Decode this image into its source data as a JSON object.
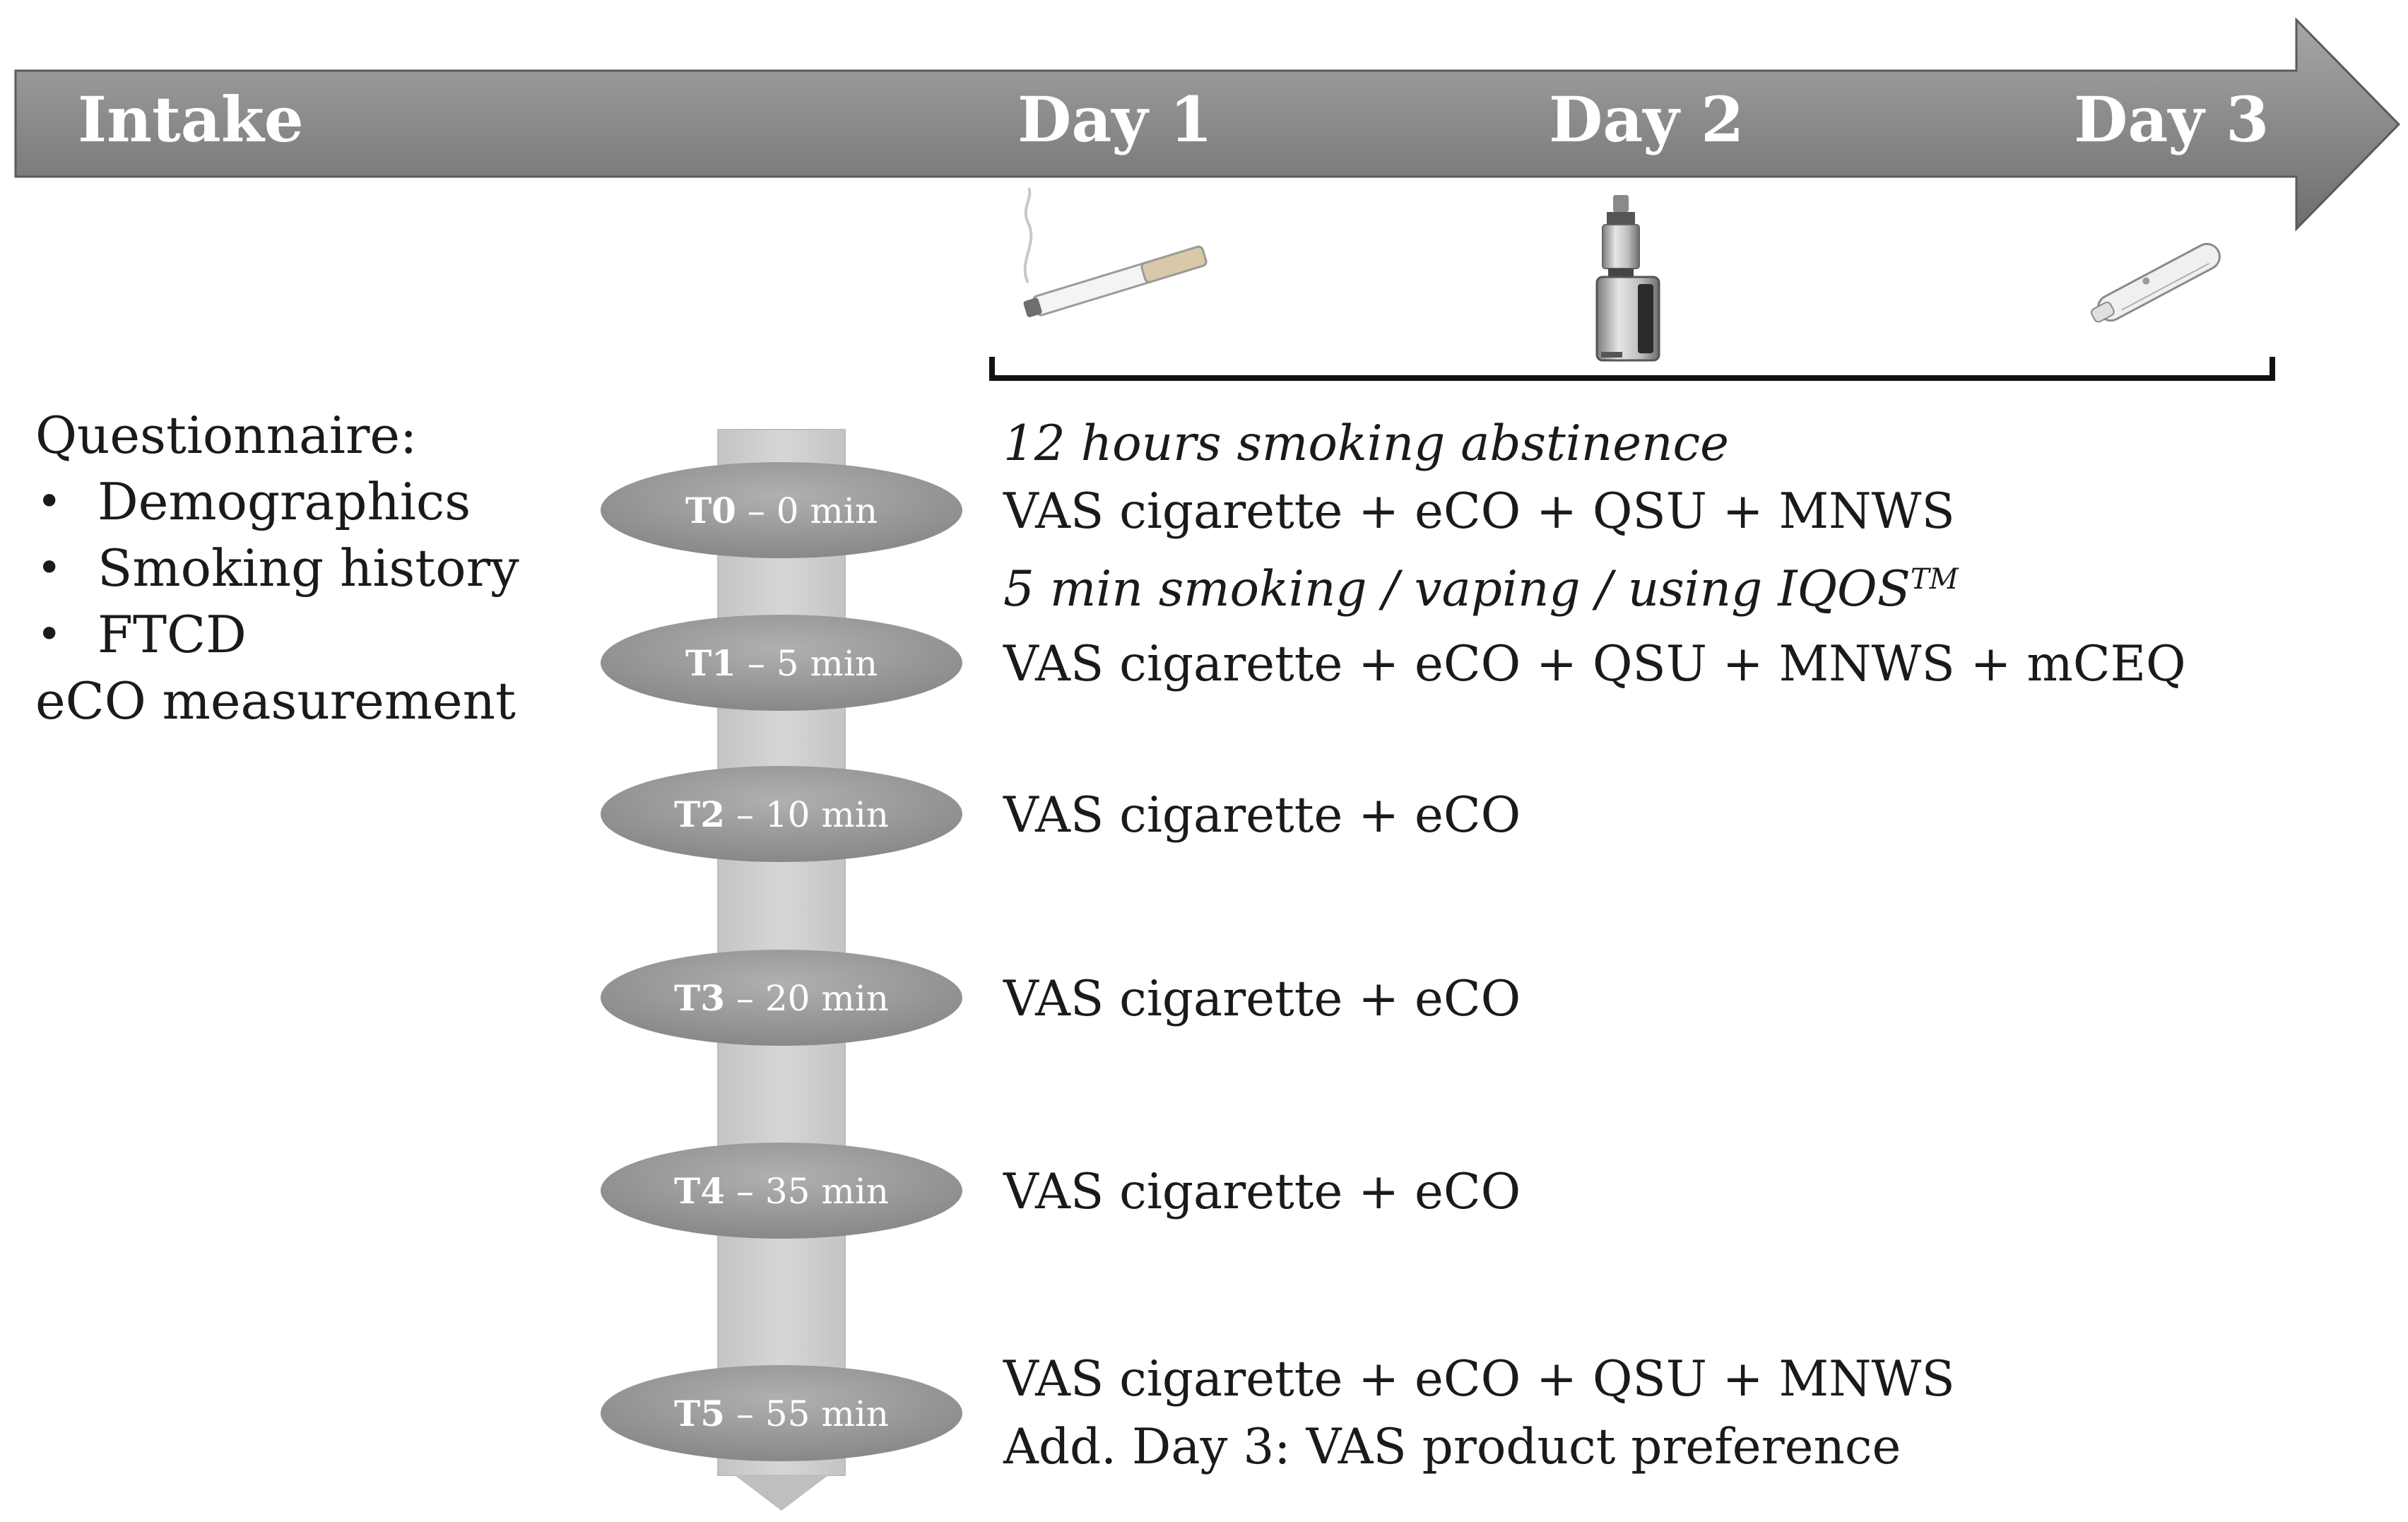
{
  "timeline": {
    "labels": [
      "Intake",
      "Day 1",
      "Day 2",
      "Day 3"
    ],
    "products": [
      {
        "name": "cigarette-icon"
      },
      {
        "name": "ecigarette-icon"
      },
      {
        "name": "iqos-icon"
      }
    ]
  },
  "intake": {
    "title": "Questionnaire:",
    "items": [
      "Demographics",
      "Smoking history",
      "FTCD"
    ],
    "footer": "eCO measurement"
  },
  "timepoints": [
    {
      "code": "T0",
      "time": " – 0 min"
    },
    {
      "code": "T1",
      "time": " – 5 min"
    },
    {
      "code": "T2",
      "time": " – 10 min"
    },
    {
      "code": "T3",
      "time": " – 20 min"
    },
    {
      "code": "T4",
      "time": " – 35 min"
    },
    {
      "code": "T5",
      "time": " – 55 min"
    }
  ],
  "protocol": {
    "abstinence": "12 hours smoking abstinence",
    "t0": "VAS cigarette + eCO + QSU + MNWS",
    "use": "5 min smoking / vaping / using IQOS",
    "use_tm": "TM",
    "t1": "VAS cigarette + eCO + QSU + MNWS + mCEQ",
    "t2": "VAS cigarette + eCO",
    "t3": "VAS cigarette + eCO",
    "t4": "VAS cigarette + eCO",
    "t5_line1": "VAS cigarette + eCO + QSU + MNWS",
    "t5_line2": "Add. Day 3: VAS product preference"
  },
  "colors": {
    "arrow": "#8c8c8c",
    "oval": "#9a9a9a",
    "vertical_bar": "#cfcfcf"
  }
}
